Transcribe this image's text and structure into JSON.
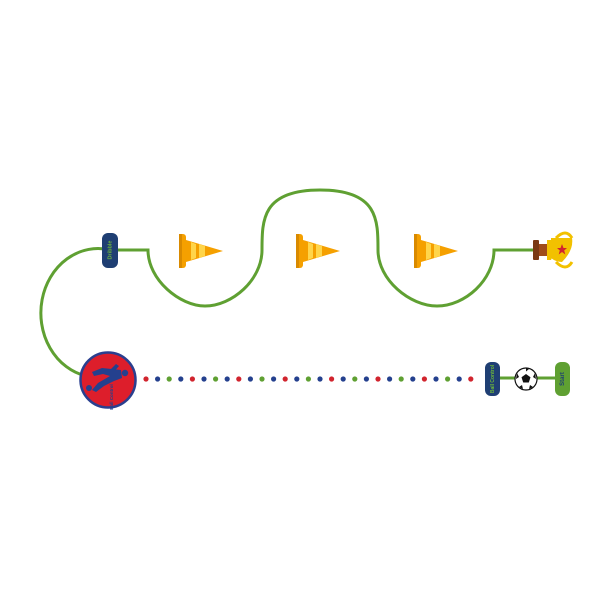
{
  "course": {
    "dribble_label": "Dribble",
    "ball_control_label": "Ball Control",
    "start_label": "Start",
    "target_label": "Ball Control",
    "colors": {
      "path": "#5fa032",
      "sign": "#1f3f73",
      "sign_text": "#6fb83a",
      "start_sign": "#5fa032",
      "start_text": "#1f3f73",
      "target_fill": "#dd1e2b",
      "target_ring": "#2a3f8f",
      "dot_red": "#d1242e",
      "dot_blue": "#24408e",
      "dot_green": "#5fa032",
      "cone": "#f5a000",
      "cone_stripe": "#ffd54a",
      "trophy": "#f2c100",
      "trophy_base": "#7a3a14",
      "trophy_star": "#d1242e"
    },
    "icons": [
      "cone-icon",
      "trophy-icon",
      "soccer-ball-icon",
      "player-kicking-icon"
    ]
  }
}
